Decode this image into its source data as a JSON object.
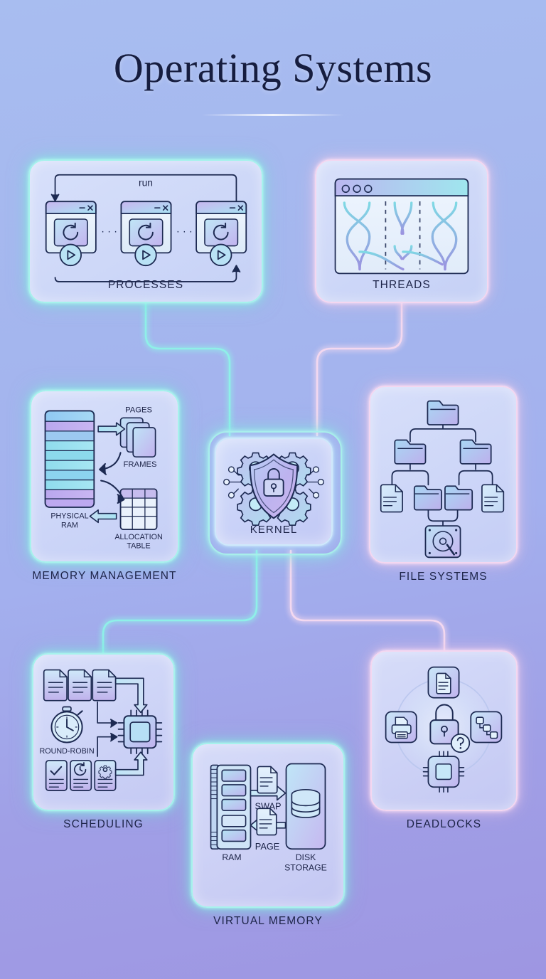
{
  "page": {
    "title": "Operating Systems",
    "background_top": "#a8bdf0",
    "background_bottom": "#9e96e2",
    "accent_cyan": "#8ff0e4",
    "accent_pink": "#f2d5ef",
    "ink": "#1d2448"
  },
  "diagram": {
    "type": "concept-map",
    "center_node": "KERNEL",
    "nodes": [
      {
        "id": "processes",
        "label": "PROCESSES",
        "glow": "cyan",
        "label_position": "inside"
      },
      {
        "id": "threads",
        "label": "THREADS",
        "glow": "pink",
        "label_position": "inside"
      },
      {
        "id": "memory",
        "label": "MEMORY MANAGEMENT",
        "glow": "cyan",
        "label_position": "outside"
      },
      {
        "id": "kernel",
        "label": "KERNEL",
        "glow": "cyan",
        "label_position": "inside"
      },
      {
        "id": "filesystems",
        "label": "FILE SYSTEMS",
        "glow": "pink",
        "label_position": "outside"
      },
      {
        "id": "scheduling",
        "label": "SCHEDULING",
        "glow": "cyan",
        "label_position": "outside"
      },
      {
        "id": "virtual",
        "label": "VIRTUAL MEMORY",
        "glow": "cyan",
        "label_position": "outside"
      },
      {
        "id": "deadlocks",
        "label": "DEADLOCKS",
        "glow": "pink",
        "label_position": "outside"
      }
    ],
    "edges": [
      {
        "from": "processes",
        "to": "kernel",
        "color": "cyan"
      },
      {
        "from": "threads",
        "to": "kernel",
        "color": "pink"
      },
      {
        "from": "memory",
        "to": "kernel",
        "color": "cyan"
      },
      {
        "from": "filesystems",
        "to": "kernel",
        "color": "pink"
      },
      {
        "from": "scheduling",
        "to": "kernel",
        "color": "cyan"
      },
      {
        "from": "virtual",
        "to": "kernel",
        "color": "cyan"
      },
      {
        "from": "deadlocks",
        "to": "kernel",
        "color": "pink"
      }
    ]
  },
  "processes": {
    "label": "PROCESSES",
    "flow_label": "run",
    "window_count": 3,
    "window_controls": [
      "–",
      "×"
    ],
    "ellipsis": "· · ·",
    "icons": [
      "window-icon",
      "refresh-arrow-icon",
      "play-button-icon"
    ]
  },
  "threads": {
    "label": "THREADS",
    "window_dots": 3,
    "thread_groups": 3,
    "icons": [
      "window-icon",
      "thread-strand-icon",
      "divider-dashed-line"
    ]
  },
  "memory": {
    "label": "MEMORY MANAGEMENT",
    "ram_label_line1": "PHYSICAL",
    "ram_label_line2": "RAM",
    "pages_label": "PAGES",
    "frames_label": "FRAMES",
    "table_label_line1": "ALLOCATION",
    "table_label_line2": "TABLE",
    "ram_rows": 10,
    "icons": [
      "ram-bar-icon",
      "pages-stack-icon",
      "allocation-table-icon",
      "arrow-right-icon",
      "arrow-curve-icon"
    ]
  },
  "kernel": {
    "label": "KERNEL",
    "icons": [
      "shield-lock-icon",
      "gear-icon",
      "circuit-trace-icon"
    ],
    "gear_count": 4
  },
  "filesystems": {
    "label": "FILE SYSTEMS",
    "icons": [
      "folder-icon",
      "document-icon",
      "hard-disk-icon"
    ],
    "root_folders": 1,
    "branch_folders": 2,
    "leaf_documents": 2,
    "leaf_folders": 2
  },
  "scheduling": {
    "label": "SCHEDULING",
    "algorithm_label": "ROUND-ROBIN",
    "queue_documents": 3,
    "task_cards": 3,
    "icons": [
      "document-icon",
      "stopwatch-icon",
      "task-check-icon",
      "task-clock-icon",
      "task-gear-icon",
      "cpu-chip-icon",
      "arrow-right-icon"
    ]
  },
  "virtual": {
    "label": "VIRTUAL MEMORY",
    "ram_label": "RAM",
    "disk_label_line1": "DISK",
    "disk_label_line2": "STORAGE",
    "swap_label": "SWAP",
    "page_label": "PAGE",
    "icons": [
      "ram-stick-icon",
      "page-document-icon",
      "database-cylinder-icon",
      "arrow-right-icon",
      "arrow-left-icon"
    ]
  },
  "deadlocks": {
    "label": "DEADLOCKS",
    "center_icon": "padlock-question-icon",
    "resource_count": 4,
    "icons": [
      "document-icon",
      "printer-icon",
      "network-flow-icon",
      "cpu-chip-icon",
      "padlock-question-icon",
      "cycle-circle-icon"
    ]
  }
}
